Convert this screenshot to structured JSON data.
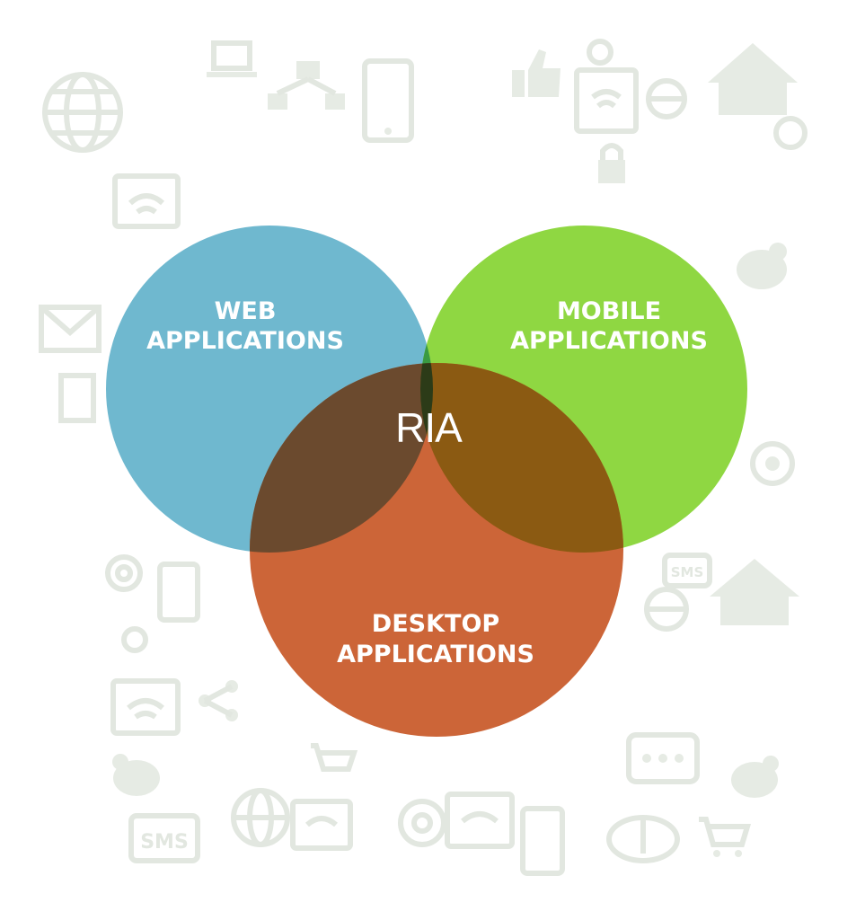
{
  "diagram": {
    "sets": {
      "web": {
        "line1": "WEB",
        "line2": "APPLICATIONS",
        "color": "#6fb8cf"
      },
      "mobile": {
        "line1": "MOBILE",
        "line2": "APPLICATIONS",
        "color": "#8fd742"
      },
      "desktop": {
        "line1": "DESKTOP",
        "line2": "APPLICATIONS",
        "color": "#cc6538"
      }
    },
    "intersections": {
      "web_mobile": "#3a9a42",
      "web_desktop": "#6b4a2e",
      "mobile_desktop": "#8b5a12",
      "all": "#2c3b18"
    },
    "center_label": "RIA",
    "background_icons": [
      "globe-icon",
      "laptop-icon",
      "phone-icon",
      "thumbs-up-icon",
      "at-sign-icon",
      "house-icon",
      "wifi-icon",
      "mail-icon",
      "gear-icon",
      "sms-icon",
      "bird-icon",
      "cart-icon",
      "network-icon",
      "cloud-download-icon",
      "lock-icon",
      "chat-bubble-icon",
      "monitor-icon",
      "share-icon"
    ],
    "background_texts": {
      "sms_bottom": "SMS",
      "sms_right": "SMS"
    }
  }
}
